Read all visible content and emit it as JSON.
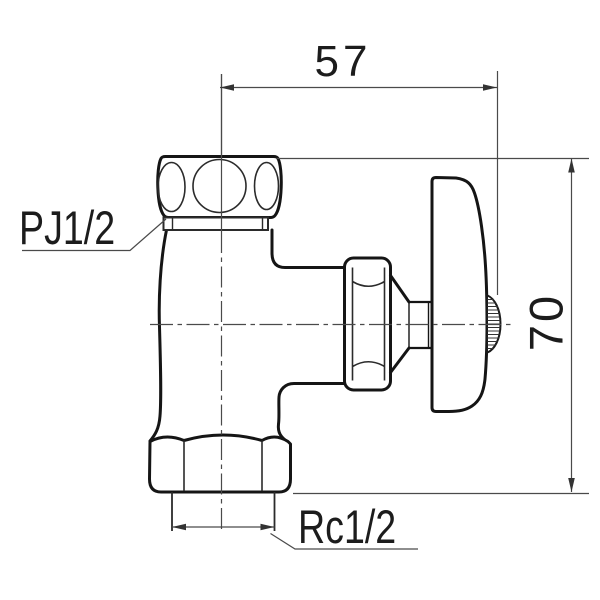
{
  "drawing": {
    "product": "angle-stop-valve",
    "dimension_width": {
      "value": "57"
    },
    "dimension_height": {
      "value": "70"
    },
    "thread_top": {
      "label": "PJ1/2"
    },
    "thread_bottom": {
      "label": "Rc1/2"
    },
    "colors": {
      "outline": "#151515",
      "detail": "#2b2b2b",
      "dimension": "#4a4a4a",
      "background": "#ffffff"
    }
  }
}
